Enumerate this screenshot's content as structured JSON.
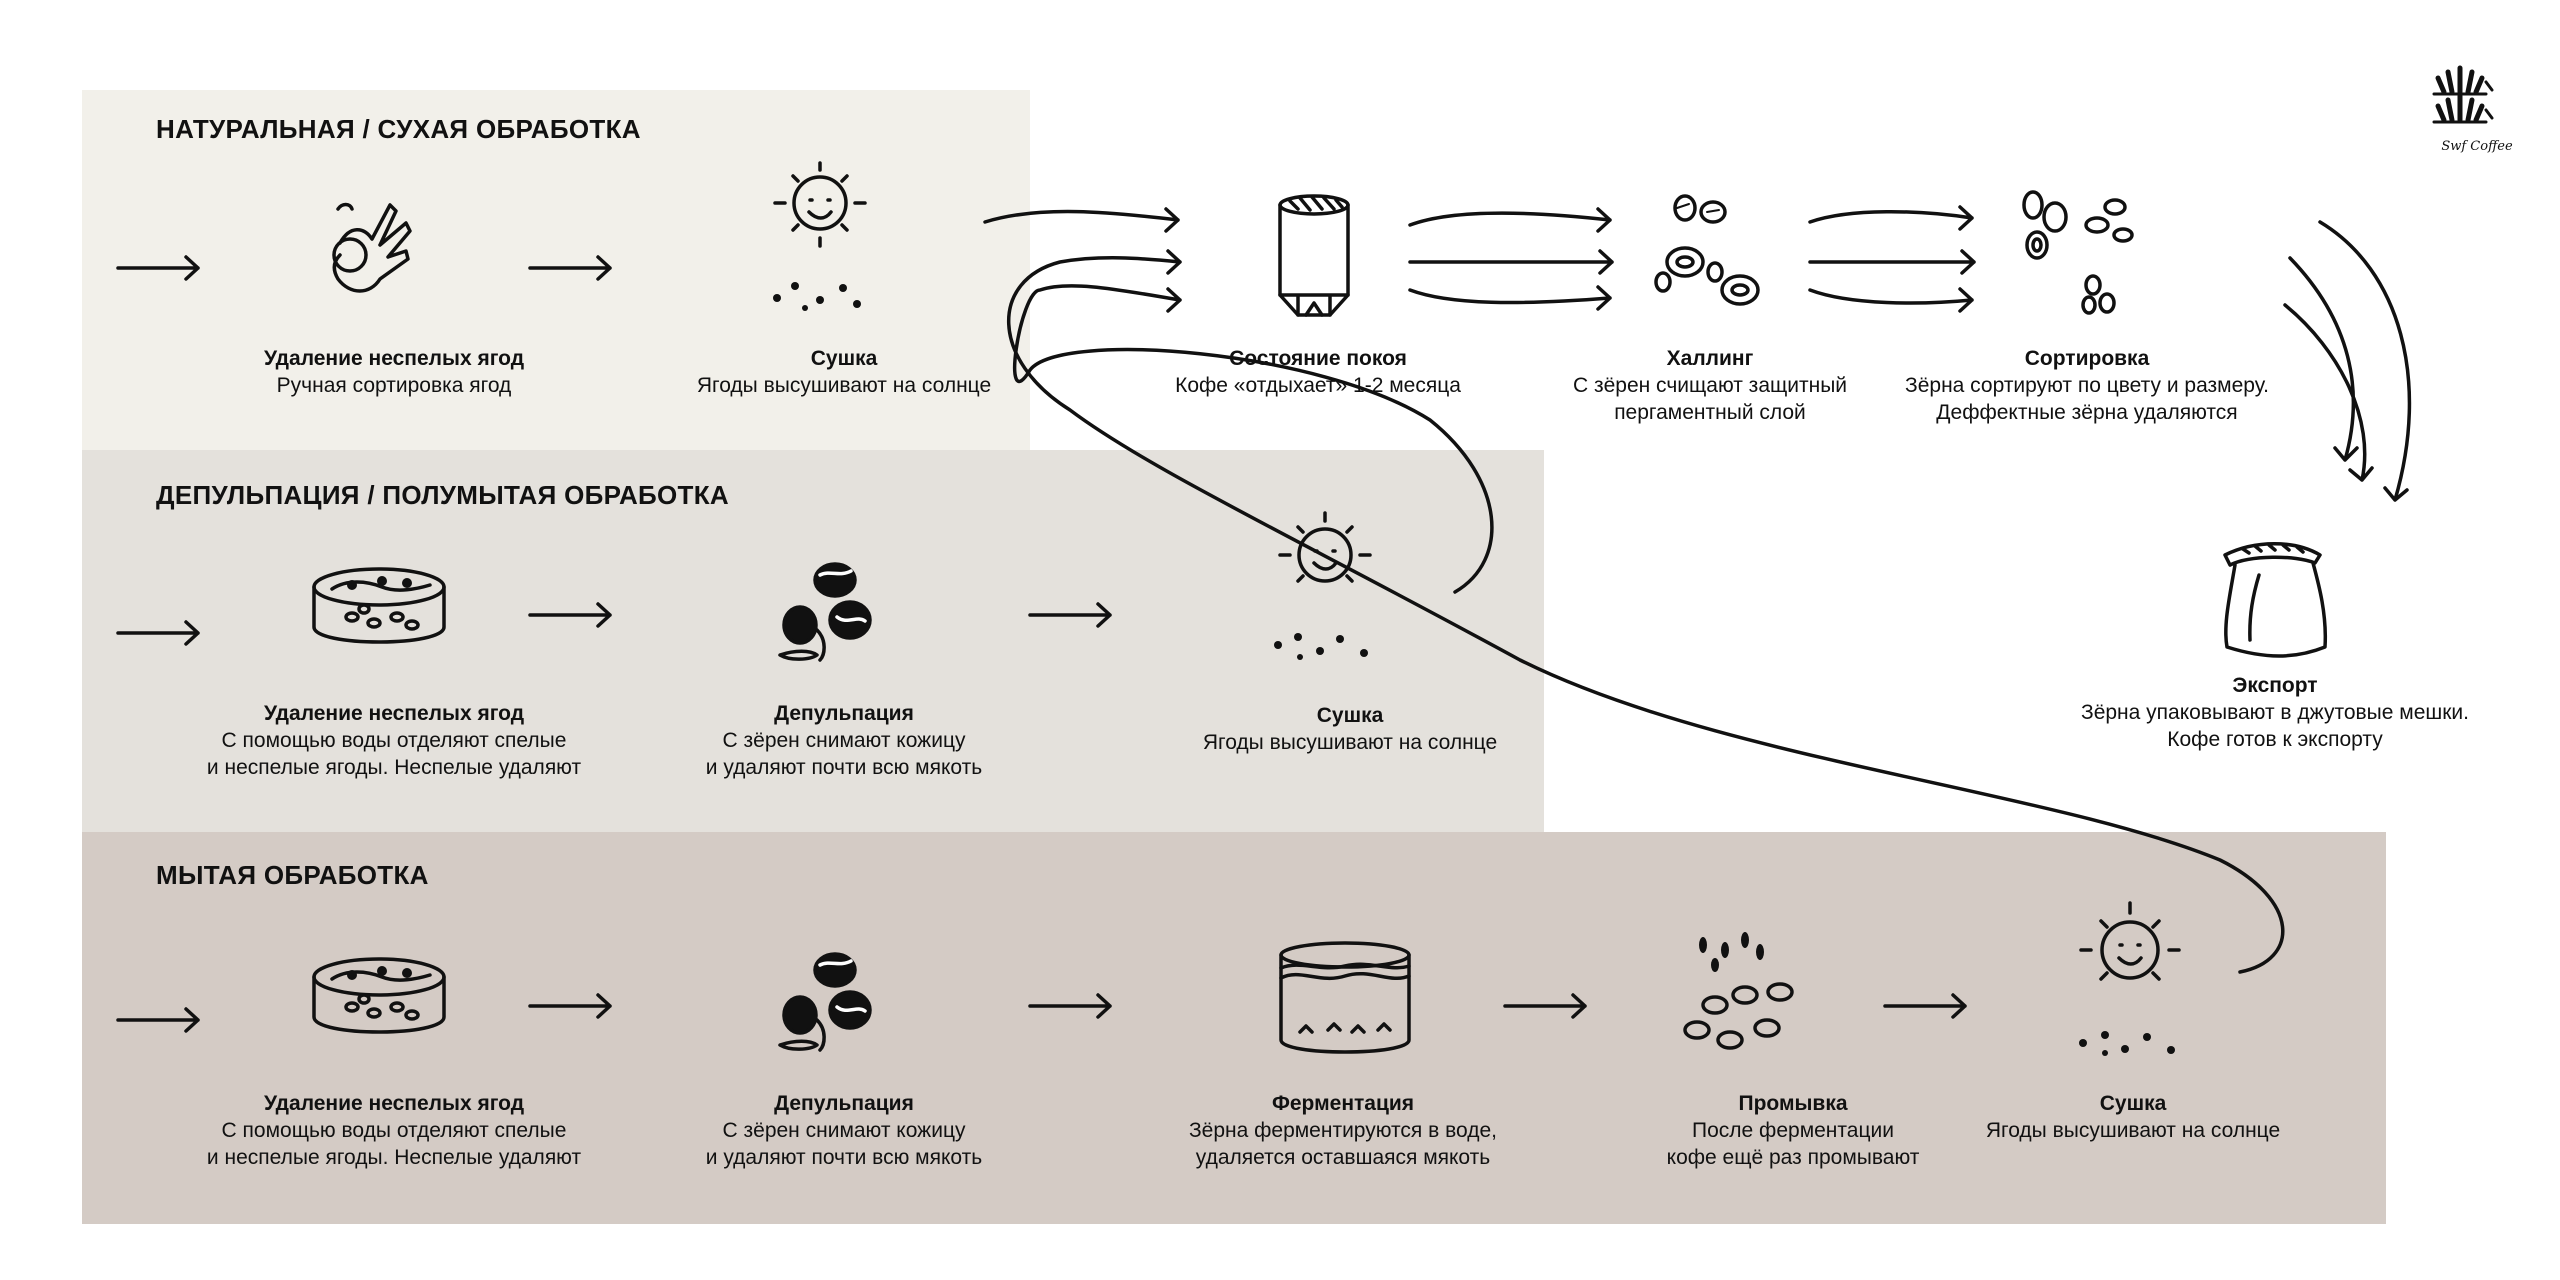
{
  "bands": {
    "natural": {
      "title": "НАТУРАЛЬНАЯ /  СУХАЯ ОБРАБОТКА",
      "color": "#f2f0ea"
    },
    "honey": {
      "title": "ДЕПУЛЬПАЦИЯ / ПОЛУМЫТАЯ ОБРАБОТКА",
      "color": "#e4e1dc"
    },
    "washed": {
      "title": "МЫТАЯ ОБРАБОТКА",
      "color": "#d4cbc5"
    }
  },
  "natural": {
    "sorting": {
      "title": "Удаление неспелых ягод",
      "desc": "Ручная сортировка ягод",
      "icon": "hand-ok-icon"
    },
    "drying": {
      "title": "Сушка",
      "desc": "Ягоды высушивают на солнце",
      "icon": "sun-icon"
    }
  },
  "honey": {
    "sorting": {
      "title": "Удаление неспелых ягод",
      "desc": "С помощью воды отделяют спелые\nи неспелые ягоды. Неспелые удаляют",
      "icon": "water-tub-icon"
    },
    "pulping": {
      "title": "Депульпация",
      "desc": "С зёрен снимают кожицу\nи удаляют почти всю мякоть",
      "icon": "coffee-beans-icon"
    },
    "drying": {
      "title": "Сушка",
      "desc": "Ягоды высушивают на солнце",
      "icon": "sun-icon"
    }
  },
  "washed": {
    "sorting": {
      "title": "Удаление неспелых ягод",
      "desc": "С помощью воды отделяют спелые\nи неспелые ягоды. Неспелые удаляют",
      "icon": "water-tub-icon"
    },
    "pulping": {
      "title": "Депульпация",
      "desc": "С зёрен снимают кожицу\nи удаляют почти всю мякоть",
      "icon": "coffee-beans-icon"
    },
    "fermentation": {
      "title": "Ферментация",
      "desc": "Зёрна ферментируются в воде,\nудаляется оставшаяся мякоть",
      "icon": "fermentation-tank-icon"
    },
    "washing": {
      "title": "Промывка",
      "desc": "После ферментации\nкофе ещё раз промывают",
      "icon": "water-drops-icon"
    },
    "drying": {
      "title": "Сушка",
      "desc": "Ягоды высушивают на солнце",
      "icon": "sun-icon"
    }
  },
  "common": {
    "resting": {
      "title": "Состояние покоя",
      "desc": "Кофе «отдыхает» 1-2 месяца",
      "icon": "silo-icon"
    },
    "hulling": {
      "title": "Халлинг",
      "desc": "С зёрен счищают защитный\nпергаментный слой",
      "icon": "hulled-beans-icon"
    },
    "grading": {
      "title": "Сортировка",
      "desc": "Зёрна сортируют по цвету и размеру.\nДеффектные зёрна удаляются",
      "icon": "sorted-beans-icon"
    },
    "export": {
      "title": "Экспорт",
      "desc": "Зёрна упаковывают в джутовые мешки.\nКофе готов к экспорту",
      "icon": "jute-sack-icon"
    }
  },
  "brand": {
    "name": "Swf Coffee",
    "icon": "leaf-logo-icon"
  }
}
